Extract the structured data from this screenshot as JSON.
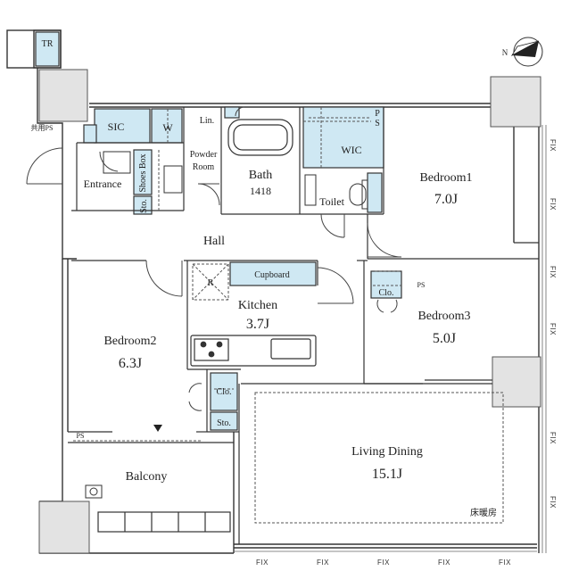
{
  "rooms": {
    "tr": "TR",
    "sic": "SIC",
    "w": "W",
    "lin": "Lin.",
    "powder_room_line1": "Powder",
    "powder_room_line2": "Room",
    "bath": "Bath",
    "bath_size": "1418",
    "shoes_box": "Shoes Box",
    "entrance": "Entrance",
    "sto_entrance": "Sto.",
    "wic": "WIC",
    "ps_top": "P\nS",
    "toilet": "Toilet",
    "bedroom1": "Bedroom1",
    "bedroom1_size": "7.0J",
    "hall": "Hall",
    "cupboard": "Cupboard",
    "r_mark": "R",
    "kitchen": "Kitchen",
    "kitchen_size": "3.7J",
    "clo_bed3": "Clo.",
    "ps_bed3": "PS",
    "bedroom3": "Bedroom3",
    "bedroom3_size": "5.0J",
    "bedroom2": "Bedroom2",
    "bedroom2_size": "6.3J",
    "clo_kitchen": "Clo.",
    "sto_kitchen": "Sto.",
    "ps_bed2": "PS",
    "living_dining": "Living Dining",
    "living_dining_size": "15.1J",
    "floor_heating": "床暖房",
    "balcony": "Balcony",
    "kyoyo_ps": "共用PS"
  },
  "fix_label": "FIX",
  "compass_label": "N"
}
